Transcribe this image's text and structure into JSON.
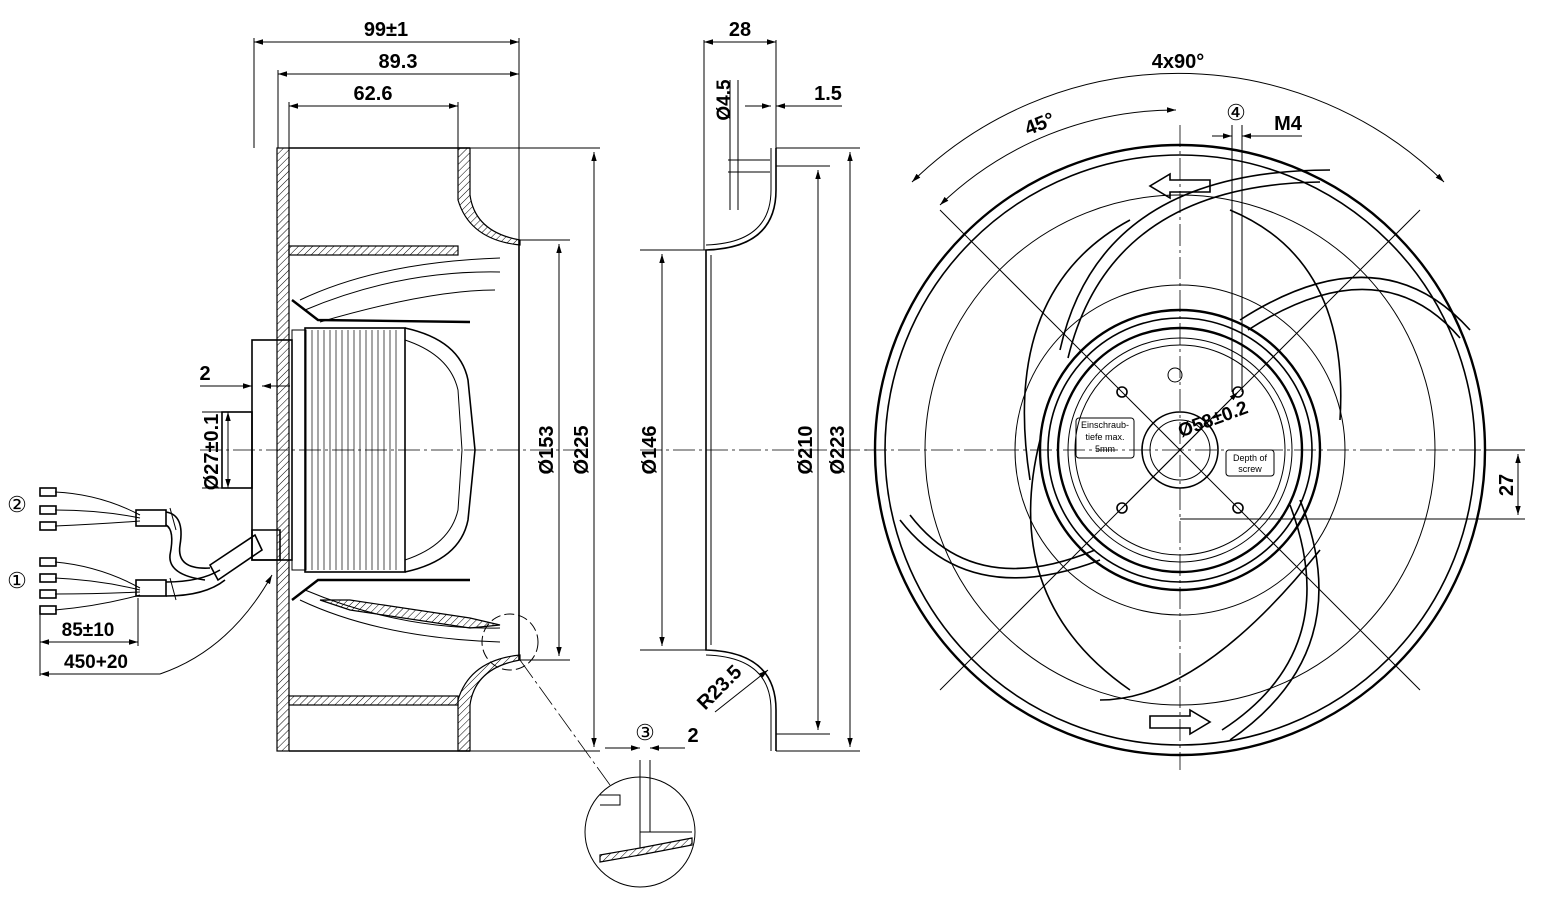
{
  "dimensions": {
    "side_view": {
      "overall_depth": "99±1",
      "depth_2": "89.3",
      "depth_3": "62.6",
      "flange_offset": "2",
      "shaft_dia": "Ø27±0.1",
      "inlet_dia": "Ø153",
      "outer_dia": "Ø225"
    },
    "leads": {
      "lead_2_marker": "②",
      "lead_1_marker": "①",
      "short_length": "85±10",
      "long_length": "450+20"
    },
    "inlet_ring": {
      "width": "28",
      "hole_dia": "Ø4.5",
      "wall": "1.5",
      "inner_dia": "Ø146",
      "radius": "R23.5",
      "ring_dia_1": "Ø210",
      "ring_dia_2": "Ø223",
      "detail_marker": "③",
      "detail_dim": "2"
    },
    "front_view": {
      "angle_pattern": "4x90°",
      "angle": "45°",
      "thread_marker": "④",
      "thread": "M4",
      "bolt_circle": "Ø58±0.2",
      "offset": "27",
      "note_de_1": "Einschraub-",
      "note_de_2": "tiefe max.",
      "note_de_3": "5mm",
      "note_en_1": "Depth of",
      "note_en_2": "screw"
    }
  }
}
